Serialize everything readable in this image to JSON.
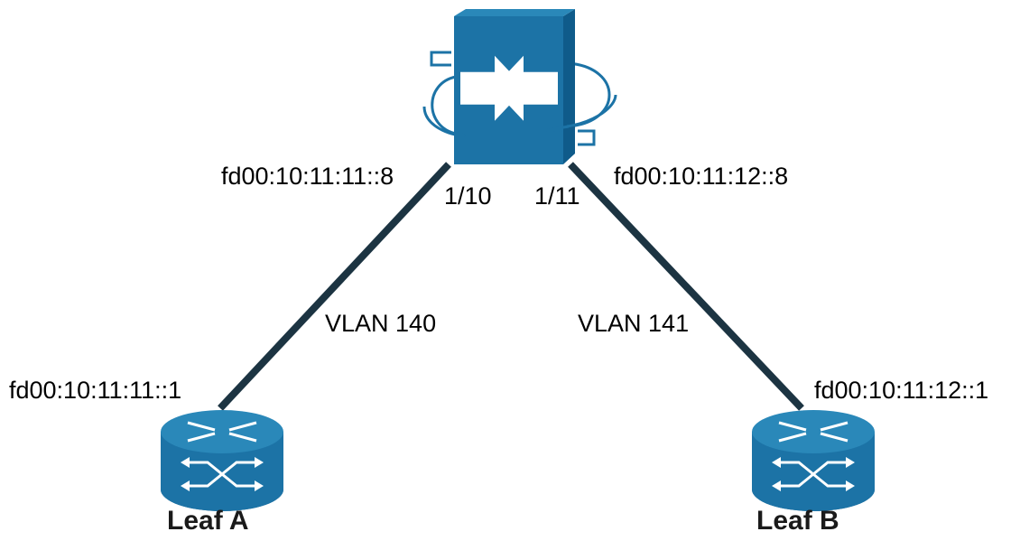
{
  "diagram": {
    "colors": {
      "device_fill": "#1c73a6",
      "device_top": "#2a88b9",
      "device_side": "#0f5b8a",
      "link": "#1c3442",
      "icon_line": "#ffffff"
    },
    "nodes": {
      "switch": {
        "icon": "layer3-switch-icon"
      },
      "leaf_a": {
        "icon": "router-icon",
        "name": "Leaf A",
        "ip": "fd00:10:11:11::1"
      },
      "leaf_b": {
        "icon": "router-icon",
        "name": "Leaf B",
        "ip": "fd00:10:11:12::1"
      }
    },
    "links": [
      {
        "vlan": "VLAN 140",
        "switch_port": "1/10",
        "switch_ip": "fd00:10:11:11::8"
      },
      {
        "vlan": "VLAN 141",
        "switch_port": "1/11",
        "switch_ip": "fd00:10:11:12::8"
      }
    ]
  }
}
